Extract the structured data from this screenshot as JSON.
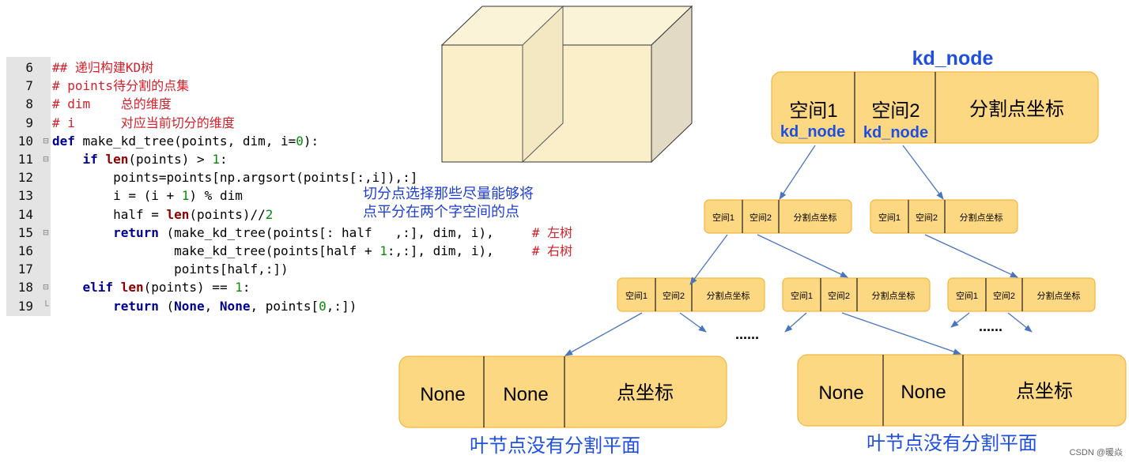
{
  "code": {
    "lines": [
      {
        "n": "6",
        "fold": "",
        "parts": [
          {
            "t": "## 递归构建KD树",
            "c": "cm"
          }
        ]
      },
      {
        "n": "7",
        "fold": "",
        "parts": [
          {
            "t": "# points待分割的点集",
            "c": "cm"
          }
        ]
      },
      {
        "n": "8",
        "fold": "",
        "parts": [
          {
            "t": "# dim    总的维度",
            "c": "cm"
          }
        ]
      },
      {
        "n": "9",
        "fold": "",
        "parts": [
          {
            "t": "# i      对应当前切分的维度",
            "c": "cm"
          }
        ]
      },
      {
        "n": "10",
        "fold": "⊟",
        "parts": [
          {
            "t": "def",
            "c": "kw"
          },
          {
            "t": " make_kd_tree(points, dim, i=",
            "c": ""
          },
          {
            "t": "0",
            "c": "num"
          },
          {
            "t": "):",
            "c": ""
          }
        ]
      },
      {
        "n": "11",
        "fold": "⊟",
        "parts": [
          {
            "t": "    ",
            "c": ""
          },
          {
            "t": "if",
            "c": "kw"
          },
          {
            "t": " ",
            "c": ""
          },
          {
            "t": "len",
            "c": "bi"
          },
          {
            "t": "(points) > ",
            "c": ""
          },
          {
            "t": "1",
            "c": "num"
          },
          {
            "t": ":",
            "c": ""
          }
        ]
      },
      {
        "n": "12",
        "fold": "",
        "parts": [
          {
            "t": "        points=points[np.argsort(points[:,i]),:]",
            "c": ""
          }
        ]
      },
      {
        "n": "13",
        "fold": "",
        "parts": [
          {
            "t": "        i = (i + ",
            "c": ""
          },
          {
            "t": "1",
            "c": "num"
          },
          {
            "t": ") % dim",
            "c": ""
          }
        ]
      },
      {
        "n": "14",
        "fold": "",
        "parts": [
          {
            "t": "        half = ",
            "c": ""
          },
          {
            "t": "len",
            "c": "bi"
          },
          {
            "t": "(points)//",
            "c": ""
          },
          {
            "t": "2",
            "c": "num"
          }
        ]
      },
      {
        "n": "15",
        "fold": "⊟",
        "parts": [
          {
            "t": "        ",
            "c": ""
          },
          {
            "t": "return",
            "c": "kw"
          },
          {
            "t": " (make_kd_tree(points[: half   ,:], dim, i),     ",
            "c": ""
          },
          {
            "t": "# 左树",
            "c": "cm"
          }
        ]
      },
      {
        "n": "16",
        "fold": "",
        "parts": [
          {
            "t": "                make_kd_tree(points[half + ",
            "c": ""
          },
          {
            "t": "1",
            "c": "num"
          },
          {
            "t": ":,:], dim, i),     ",
            "c": ""
          },
          {
            "t": "# 右树",
            "c": "cm"
          }
        ]
      },
      {
        "n": "17",
        "fold": "",
        "parts": [
          {
            "t": "                points[half,:])",
            "c": ""
          }
        ]
      },
      {
        "n": "18",
        "fold": "⊟",
        "parts": [
          {
            "t": "    ",
            "c": ""
          },
          {
            "t": "elif",
            "c": "kw"
          },
          {
            "t": " ",
            "c": ""
          },
          {
            "t": "len",
            "c": "bi"
          },
          {
            "t": "(points) == ",
            "c": ""
          },
          {
            "t": "1",
            "c": "num"
          },
          {
            "t": ":",
            "c": ""
          }
        ]
      },
      {
        "n": "19",
        "fold": "└",
        "parts": [
          {
            "t": "        ",
            "c": ""
          },
          {
            "t": "return",
            "c": "kw"
          },
          {
            "t": " (",
            "c": ""
          },
          {
            "t": "None",
            "c": "kw"
          },
          {
            "t": ", ",
            "c": ""
          },
          {
            "t": "None",
            "c": "kw"
          },
          {
            "t": ", points[",
            "c": ""
          },
          {
            "t": "0",
            "c": "num"
          },
          {
            "t": ",:])",
            "c": ""
          }
        ]
      }
    ],
    "annotation_line1": "切分点选择那些尽量能够将",
    "annotation_line2": "点平分在两个字空间的点"
  },
  "diagram": {
    "title": "kd_node",
    "root": {
      "space1": "空间1",
      "space2": "空间2",
      "split": "分割点坐标",
      "child_label": "kd_node"
    },
    "small_node": {
      "space1": "空间1",
      "space2": "空间2",
      "split": "分割点坐标"
    },
    "ellipsis": "......",
    "leaf": {
      "left": "None",
      "right": "None",
      "point": "点坐标"
    },
    "leaf_caption": "叶节点没有分割平面",
    "watermark": "CSDN @暖焱"
  },
  "colors": {
    "node_fill": "#fdd882",
    "node_stroke": "#f2b642",
    "accent_blue": "#1f4fe0",
    "edge": "#4a74c0",
    "comment_red": "#d4202a"
  }
}
